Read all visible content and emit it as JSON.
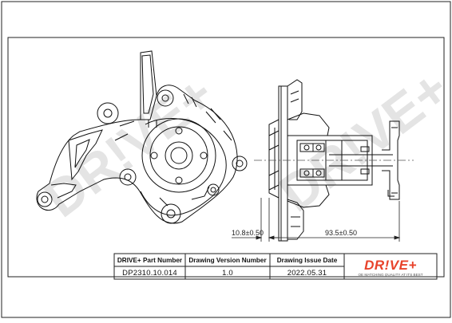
{
  "dimensions": {
    "left_label": "10.8±0.50",
    "right_label": "93.5±0.50"
  },
  "title_block": {
    "headers": [
      "DRIVE+ Part Number",
      "Drawing Version Number",
      "Drawing Issue Date"
    ],
    "values": [
      "DP2310.10.014",
      "1.0",
      "2022.05.31"
    ]
  },
  "brand": {
    "logo_text": "DR!VE+",
    "tagline": "OE MATCHING QUALITY AT ITS BEST",
    "accent_color": "#e8432b"
  },
  "watermark": {
    "text": "DR!VE+",
    "color": "#e6e6e6"
  }
}
